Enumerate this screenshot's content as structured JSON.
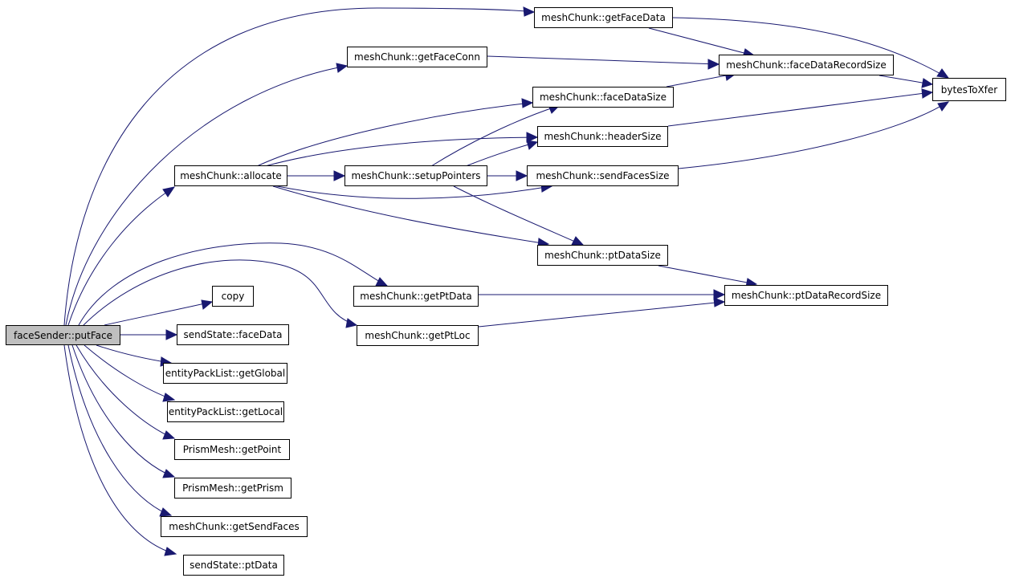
{
  "nodes": {
    "putFace": "faceSender::putFace",
    "getFaceData": "meshChunk::getFaceData",
    "getFaceConn": "meshChunk::getFaceConn",
    "faceDataRecordSize": "meshChunk::faceDataRecordSize",
    "bytesToXfer": "bytesToXfer",
    "faceDataSize": "meshChunk::faceDataSize",
    "headerSize": "meshChunk::headerSize",
    "allocate": "meshChunk::allocate",
    "setupPointers": "meshChunk::setupPointers",
    "sendFacesSize": "meshChunk::sendFacesSize",
    "ptDataSize": "meshChunk::ptDataSize",
    "copy": "copy",
    "getPtData": "meshChunk::getPtData",
    "ptDataRecordSize": "meshChunk::ptDataRecordSize",
    "sendStateFaceData": "sendState::faceData",
    "getPtLoc": "meshChunk::getPtLoc",
    "getGlobal": "entityPackList::getGlobal",
    "getLocal": "entityPackList::getLocal",
    "getPoint": "PrismMesh::getPoint",
    "getPrism": "PrismMesh::getPrism",
    "getSendFaces": "meshChunk::getSendFaces",
    "ptData": "sendState::ptData"
  },
  "colors": {
    "edge": "#191970",
    "node_border": "#000000",
    "root_fill": "#bfbfbf",
    "node_fill": "#ffffff"
  },
  "edges": [
    [
      "putFace",
      "getFaceData"
    ],
    [
      "putFace",
      "getFaceConn"
    ],
    [
      "putFace",
      "allocate"
    ],
    [
      "putFace",
      "getPtData"
    ],
    [
      "putFace",
      "getPtLoc"
    ],
    [
      "putFace",
      "copy"
    ],
    [
      "putFace",
      "sendStateFaceData"
    ],
    [
      "putFace",
      "getGlobal"
    ],
    [
      "putFace",
      "getLocal"
    ],
    [
      "putFace",
      "getPoint"
    ],
    [
      "putFace",
      "getPrism"
    ],
    [
      "putFace",
      "getSendFaces"
    ],
    [
      "putFace",
      "ptData"
    ],
    [
      "getFaceData",
      "faceDataRecordSize"
    ],
    [
      "getFaceData",
      "bytesToXfer"
    ],
    [
      "getFaceConn",
      "faceDataRecordSize"
    ],
    [
      "faceDataRecordSize",
      "bytesToXfer"
    ],
    [
      "faceDataSize",
      "faceDataRecordSize"
    ],
    [
      "headerSize",
      "bytesToXfer"
    ],
    [
      "sendFacesSize",
      "bytesToXfer"
    ],
    [
      "allocate",
      "faceDataSize"
    ],
    [
      "allocate",
      "headerSize"
    ],
    [
      "allocate",
      "setupPointers"
    ],
    [
      "allocate",
      "sendFacesSize"
    ],
    [
      "allocate",
      "ptDataSize"
    ],
    [
      "setupPointers",
      "faceDataSize"
    ],
    [
      "setupPointers",
      "headerSize"
    ],
    [
      "setupPointers",
      "sendFacesSize"
    ],
    [
      "setupPointers",
      "ptDataSize"
    ],
    [
      "ptDataSize",
      "ptDataRecordSize"
    ],
    [
      "getPtData",
      "ptDataRecordSize"
    ],
    [
      "getPtLoc",
      "ptDataRecordSize"
    ]
  ]
}
